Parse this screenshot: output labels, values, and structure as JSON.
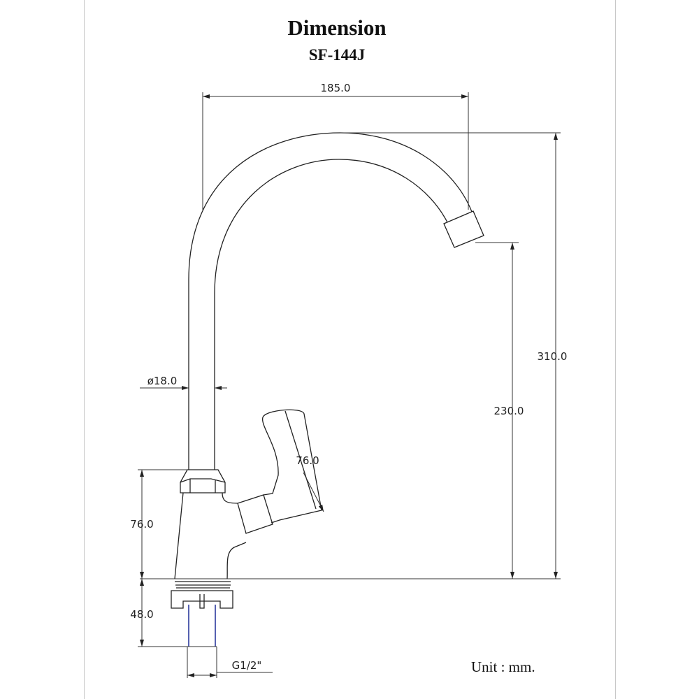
{
  "title": "Dimension",
  "model": "SF-144J",
  "unit": "Unit : mm.",
  "dimensions": {
    "spout_reach": "185.0",
    "total_height": "310.0",
    "spout_height": "230.0",
    "pipe_diameter": "ø18.0",
    "handle_length": "76.0",
    "body_height": "76.0",
    "shank_length": "48.0",
    "thread": "G1/2\""
  }
}
